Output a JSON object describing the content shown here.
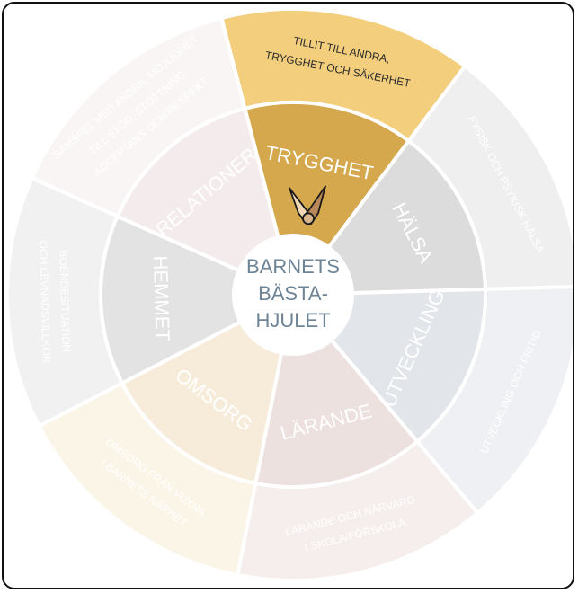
{
  "center": {
    "lines": [
      "BARNETS",
      "BÄSTA-",
      "HJULET"
    ]
  },
  "segments": [
    {
      "key": "trygghet",
      "label": "TRYGGHET",
      "outer": [
        "TILLIT TILL ANDRA,",
        "TRYGGHET OCH SÄKERHET"
      ],
      "active": true
    },
    {
      "key": "halsa",
      "label": "HÄLSA",
      "outer": [
        "FYSISK OCH PSYKISK HÄLSA"
      ],
      "active": false
    },
    {
      "key": "utveckling",
      "label": "UTVECKLING",
      "outer": [
        "UTVECKLING OCH FRITID"
      ],
      "active": false
    },
    {
      "key": "larande",
      "label": "LÄRANDE",
      "outer": [
        "LÄRANDE OCH NÄRVARO",
        "I SKOLA/FÖRSKOLA"
      ],
      "active": false
    },
    {
      "key": "omsorg",
      "label": "OMSORG",
      "outer": [
        "OMSORG FRÅN VUXNA",
        "I BARNETS NÄRHET"
      ],
      "active": false
    },
    {
      "key": "hemmet",
      "label": "HEMMET",
      "outer": [
        "BOENDESITUATION",
        "OCH LEVNADSVILLKOR"
      ],
      "active": false
    },
    {
      "key": "relationer",
      "label": "RELATIONER",
      "outer": [
        "SAMSPEL MED ANDRA, MÖJLIGHET",
        "TILL STÖD, STÖTTNING,",
        "ACCEPTANS OCH RESPEKT"
      ],
      "active": false
    }
  ],
  "colors": {
    "trygghet": {
      "inner": "#d6a84e",
      "outer": "#f3ce7c",
      "text_inner": "#ffffff",
      "text_outer": "#2a2a2a"
    },
    "halsa": {
      "inner": "#dcdcdc",
      "outer": "#efefef",
      "text_inner": "#ffffff",
      "text_outer": "#ffffff"
    },
    "utveckling": {
      "inner": "#e2e5ea",
      "outer": "#eef0f3",
      "text_inner": "#ffffff",
      "text_outer": "#ffffff"
    },
    "larande": {
      "inner": "#ece1df",
      "outer": "#f5eeec",
      "text_inner": "#ffffff",
      "text_outer": "#ffffff"
    },
    "omsorg": {
      "inner": "#f6ecd9",
      "outer": "#fbf5e8",
      "text_inner": "#ffffff",
      "text_outer": "#ffffff"
    },
    "hemmet": {
      "inner": "#e3e3e3",
      "outer": "#f1f1f1",
      "text_inner": "#ffffff",
      "text_outer": "#ffffff"
    },
    "relationer": {
      "inner": "#f4ecec",
      "outer": "#faf5f5",
      "text_inner": "#ffffff",
      "text_outer": "#ffffff"
    },
    "center_text": "#6d8396",
    "center_fill": "#ffffff",
    "frame_border": "#111111"
  },
  "icon": "holding-hands-icon"
}
